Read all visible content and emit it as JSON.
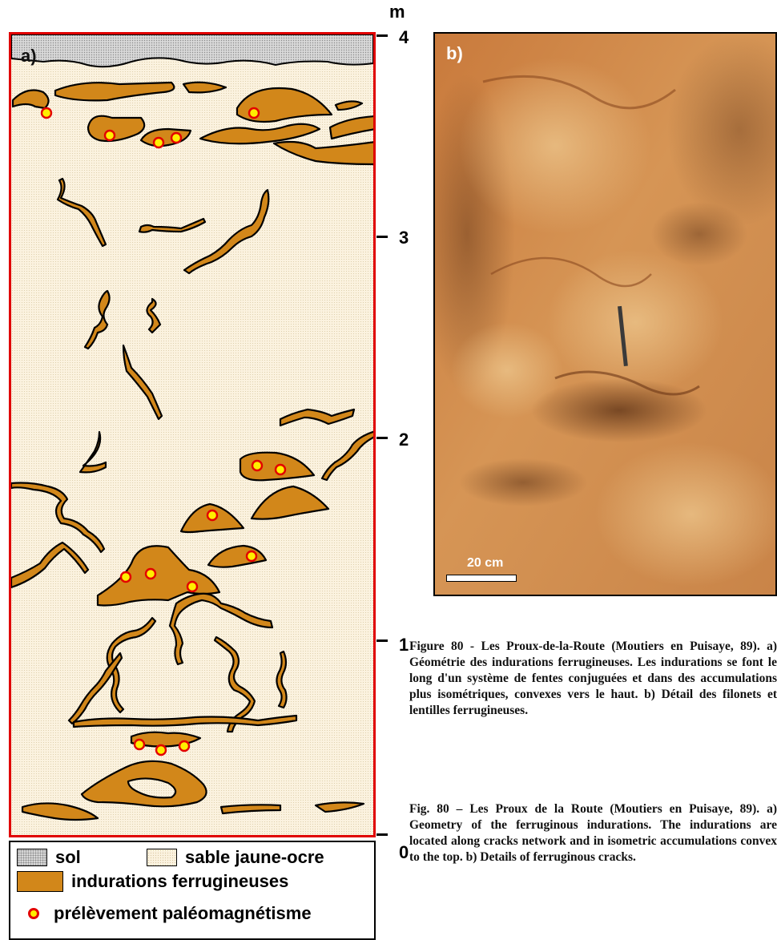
{
  "panel_a": {
    "label": "a)"
  },
  "panel_b": {
    "label": "b)",
    "scale_label": "20 cm"
  },
  "depth_scale": {
    "unit": "m",
    "ticks": [
      {
        "label": "4",
        "value": 4
      },
      {
        "label": "3",
        "value": 3
      },
      {
        "label": "2",
        "value": 2
      },
      {
        "label": "1",
        "value": 1
      },
      {
        "label": "0",
        "value": 0
      }
    ]
  },
  "legend": {
    "sol": "sol",
    "sable": "sable jaune-ocre",
    "indurations": "indurations ferrugineuses",
    "prelevement": "prélèvement paléomagnétisme"
  },
  "caption": {
    "french": "Figure 80 - Les Proux-de-la-Route (Moutiers en Puisaye, 89). a) Géométrie des indurations ferrugineuses. Les indurations se font le long d'un système de fentes conjuguées et dans des accumulations plus isométriques, convexes vers le haut. b) Détail des filonets et lentilles ferrugineuses.",
    "english": "Fig. 80 – Les Proux de la Route (Moutiers en Puisaye, 89). a) Geometry of the ferruginous indurations. The indurations are located along cracks network and in isometric accumulations convex to the top. b) Details of ferruginous cracks."
  },
  "colors": {
    "frame": "#e00000",
    "induration": "#d2871a",
    "sand": "#fbf2df",
    "soil": "#d8d8d8",
    "sample_fill": "#ffee00",
    "sample_stroke": "#e30000"
  }
}
